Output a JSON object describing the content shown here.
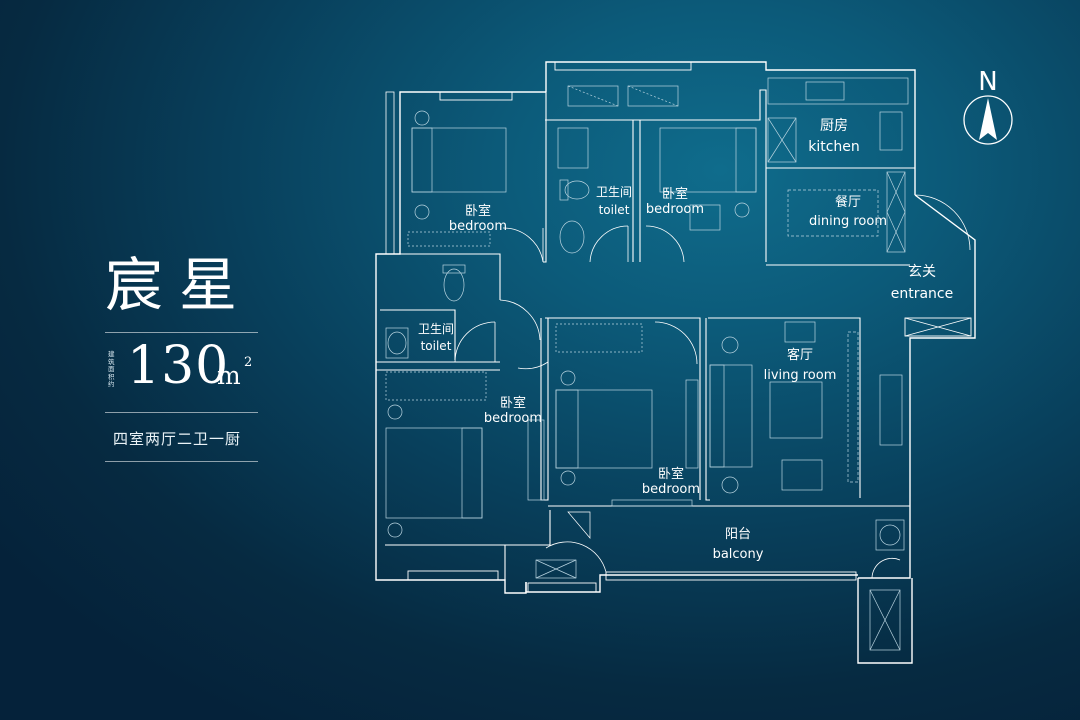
{
  "plan": {
    "name": "宸星",
    "area_caption": "建筑面积约",
    "area_value": "130",
    "area_unit": "m",
    "area_unit_sup": "2",
    "layout": "四室两厅二卫一厨",
    "compass_letter": "N",
    "rooms": {
      "kitchen": {
        "zh": "厨房",
        "en": "kitchen"
      },
      "dining": {
        "zh": "餐厅",
        "en": "dining room"
      },
      "entrance": {
        "zh": "玄关",
        "en": "entrance"
      },
      "toilet_top": {
        "zh": "卫生间",
        "en": "toilet"
      },
      "bedroom_top_left": {
        "zh": "卧室",
        "en": "bedroom"
      },
      "bedroom_top_mid": {
        "zh": "卧室",
        "en": "bedroom"
      },
      "toilet_left": {
        "zh": "卫生间",
        "en": "toilet"
      },
      "bedroom_bottom_left": {
        "zh": "卧室",
        "en": "bedroom"
      },
      "bedroom_center": {
        "zh": "卧室",
        "en": "bedroom"
      },
      "living": {
        "zh": "客厅",
        "en": "living room"
      },
      "balcony": {
        "zh": "阳台",
        "en": "balcony"
      }
    }
  },
  "colors": {
    "wall": "#ffffff",
    "furniture": "#b9d4e0",
    "background": "#083f5b"
  }
}
